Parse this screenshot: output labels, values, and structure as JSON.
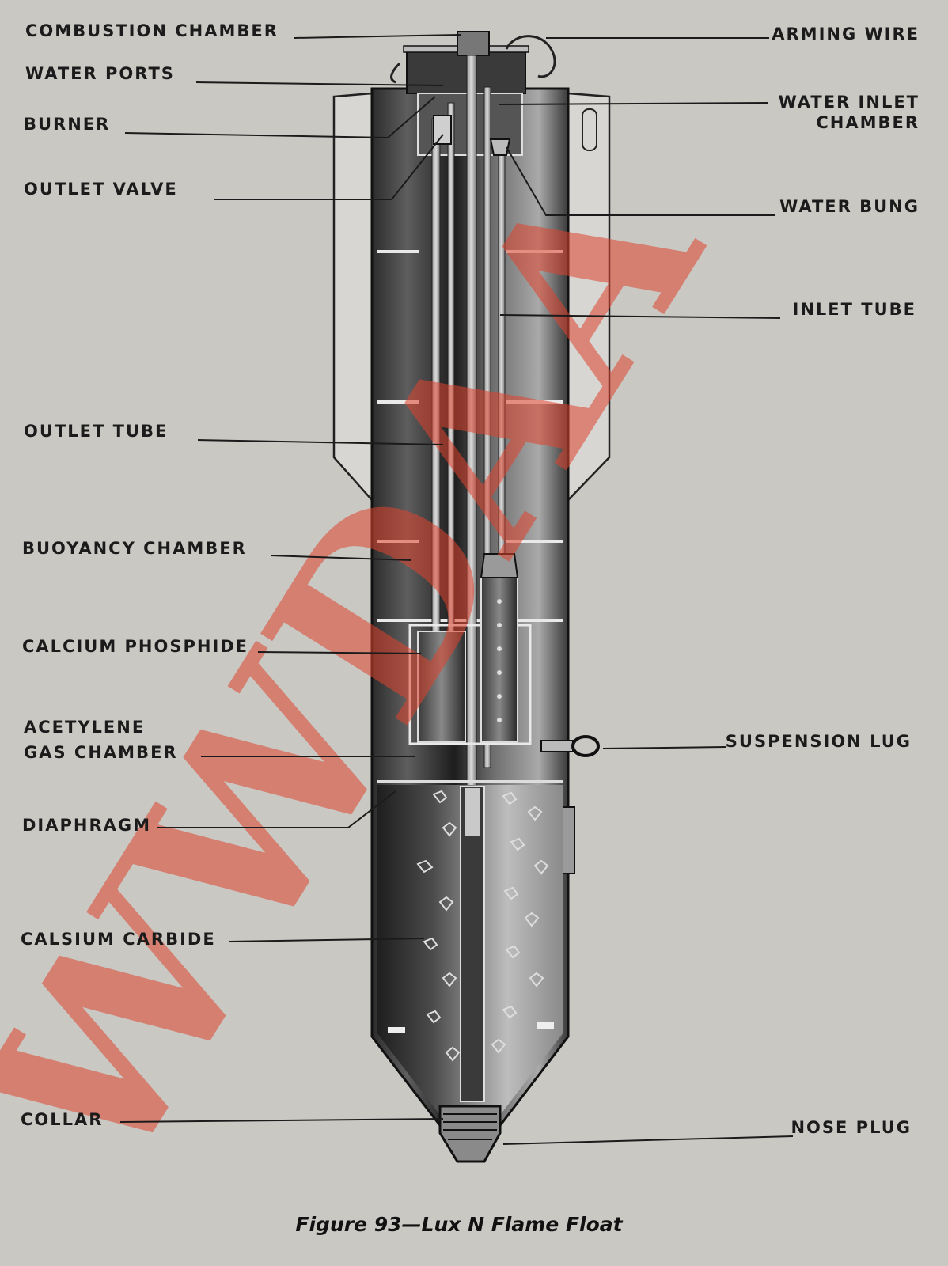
{
  "labels": {
    "combustion_chamber": "COMBUSTION CHAMBER",
    "water_ports": "WATER PORTS",
    "burner": "BURNER",
    "outlet_valve": "OUTLET VALVE",
    "outlet_tube": "OUTLET TUBE",
    "buoyancy_chamber": "BUOYANCY CHAMBER",
    "calcium_phosphide": "CALCIUM PHOSPHIDE",
    "acetylene_gas_chamber_line1": "ACETYLENE",
    "acetylene_gas_chamber_line2": "GAS CHAMBER",
    "diaphragm": "DIAPHRAGM",
    "calsium_carbide": "CALSIUM CARBIDE",
    "collar": "COLLAR",
    "arming_wire": "ARMING WIRE",
    "water_inlet_chamber_line1": "WATER INLET",
    "water_inlet_chamber_line2": "CHAMBER",
    "water_bung": "WATER BUNG",
    "inlet_tube": "INLET TUBE",
    "suspension_lug": "SUSPENSION LUG",
    "nose_plug": "NOSE PLUG"
  },
  "caption": "Figure 93—Lux N Flame Float",
  "watermark": "WWDAA",
  "colors": {
    "background": "#c9c8c3",
    "watermark": "#e0442f",
    "ink": "#1b1b1b"
  }
}
